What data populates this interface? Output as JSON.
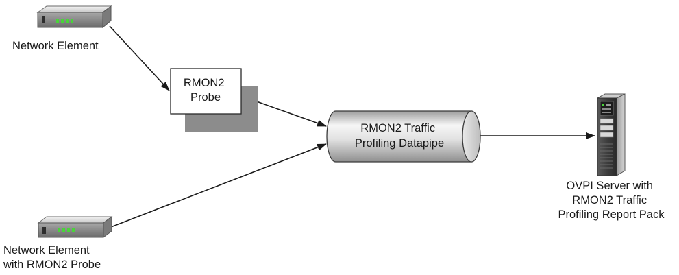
{
  "nodes": {
    "network_element_top": {
      "label": "Network Element"
    },
    "rmon2_probe": {
      "label_lines": [
        "RMON2",
        "Probe"
      ]
    },
    "datapipe": {
      "label_lines": [
        "RMON2 Traffic",
        "Profiling Datapipe"
      ]
    },
    "ovpi_server": {
      "label_lines": [
        "OVPI Server with",
        "RMON2 Traffic",
        "Profiling Report Pack"
      ]
    },
    "network_element_bottom": {
      "label_lines": [
        "Network Element",
        "with RMON2 Probe"
      ]
    }
  },
  "colors": {
    "line": "#1a1a1a",
    "shadow": "#8c8c8c",
    "cylinder_light": "#f4f4f4",
    "cylinder_dark": "#b3b3b3",
    "device_led": "#49d43a"
  }
}
